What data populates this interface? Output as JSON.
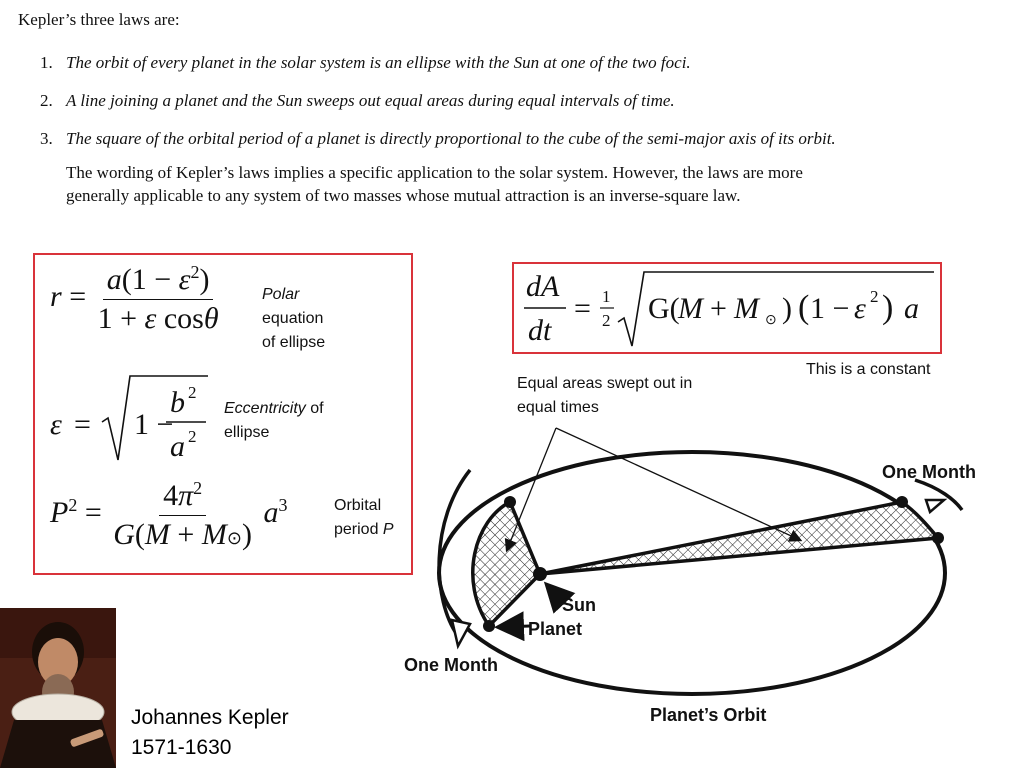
{
  "intro": {
    "heading": "Kepler’s three laws are:"
  },
  "laws": [
    {
      "number": "1.",
      "text": "The orbit of every planet in the solar system is an ellipse with the Sun at one of the two foci."
    },
    {
      "number": "2.",
      "text": "A line joining a planet and the Sun sweeps out equal areas during equal intervals of time."
    },
    {
      "number": "3.",
      "text": "The square of the orbital period of a planet is directly proportional to the cube of the semi-major axis of its orbit."
    }
  ],
  "paragraph": {
    "line1": "The wording of Kepler’s laws implies a specific application to the solar system.  However, the laws are more",
    "line2": "generally applicable to any system of two masses whose mutual attraction is an inverse-square law."
  },
  "equations": {
    "polar_note": {
      "line1": "Polar",
      "line2": "equation",
      "line3": "of ellipse"
    },
    "eccentricity_note": {
      "italic": "Eccentricity",
      "rest": " of",
      "line2": "ellipse"
    },
    "period_note": {
      "line1": "Orbital",
      "line2": "period ",
      "line2_italic": "P"
    }
  },
  "rate": {
    "constant_note": "This is a constant"
  },
  "diagram": {
    "callout": {
      "line1": "Equal areas swept out in",
      "line2": "equal times"
    },
    "label_one_month_top": "One Month",
    "label_one_month_bottom": "One Month",
    "label_sun": "Sun",
    "label_planet": "Planet",
    "label_orbit": "Planet’s Orbit"
  },
  "portrait": {
    "name": "Johannes Kepler",
    "years": "1571-1630"
  },
  "colors": {
    "box_border": "#d9333a",
    "ink": "#111111"
  }
}
